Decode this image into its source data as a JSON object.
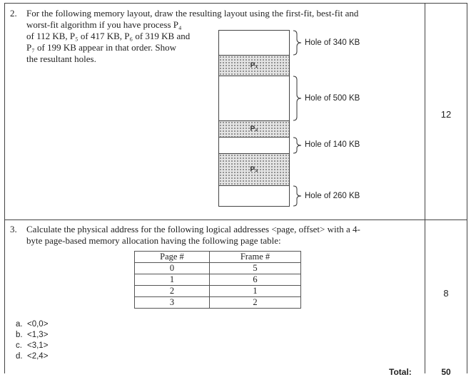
{
  "q2": {
    "number": "2.",
    "line1": "For the following memory layout, draw the resulting layout using the first-fit, best-fit and",
    "line2": "worst-fit algorithm if you have process P₄",
    "line3": "of 112 KB, P₅ of 417 KB, P₆ of 319 KB and",
    "line4": "P₇ of 199 KB appear in that order. Show",
    "line5": "the resultant holes.",
    "marks": "12",
    "processes": [
      "P₁",
      "P₂",
      "P₃"
    ],
    "holes": [
      "Hole of 340 KB",
      "Hole of 500 KB",
      "Hole of 140 KB",
      "Hole of 260 KB"
    ]
  },
  "q3": {
    "number": "3.",
    "line1": "Calculate the physical address for the following logical addresses <page, offset> with a 4-",
    "line2": "byte page-based memory allocation having the following page table:",
    "marks": "8",
    "table": {
      "headers": [
        "Page #",
        "Frame #"
      ],
      "rows": [
        [
          "0",
          "5"
        ],
        [
          "1",
          "6"
        ],
        [
          "2",
          "1"
        ],
        [
          "3",
          "2"
        ]
      ]
    },
    "options": [
      {
        "letter": "a.",
        "text": "<0,0>"
      },
      {
        "letter": "b.",
        "text": "<1,3>"
      },
      {
        "letter": "c.",
        "text": "<3,1>"
      },
      {
        "letter": "d.",
        "text": "<2,4>"
      }
    ]
  },
  "footer": {
    "total_label": "Total:",
    "total_value": "50"
  }
}
